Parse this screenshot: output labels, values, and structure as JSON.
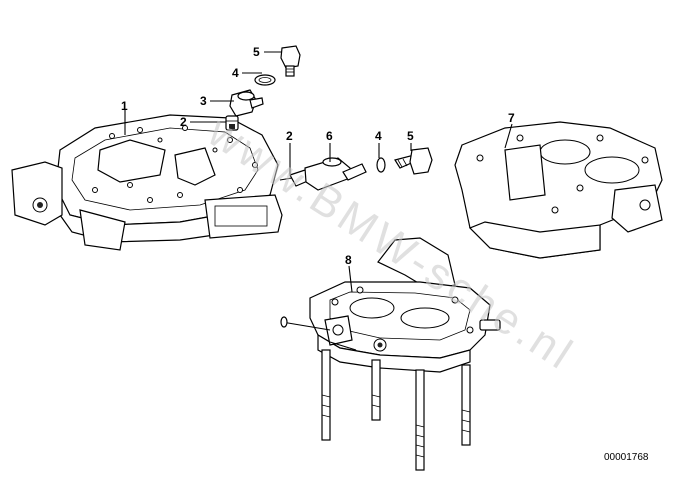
{
  "callouts": {
    "c1": "1",
    "c2a": "2",
    "c2b": "2",
    "c3": "3",
    "c4a": "4",
    "c4b": "4",
    "c5a": "5",
    "c5b": "5",
    "c6": "6",
    "c7": "7",
    "c8": "8"
  },
  "document_number": "00001768",
  "watermark": "www.BMW-sche.nl"
}
